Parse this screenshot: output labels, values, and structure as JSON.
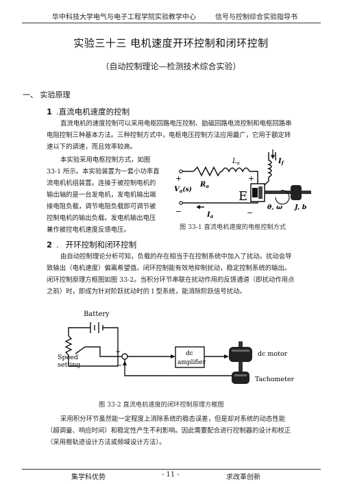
{
  "header": {
    "left": "华中科技大学电气与电子工程学院实验教学中心",
    "right": "信号与控制综合实验指导书"
  },
  "doc": {
    "title": "实验三十三    电机速度开环控制和闭环控制",
    "subtitle": "（自动控制理论—检测技术综合实验）"
  },
  "section1": {
    "label": "一、   实验原理"
  },
  "sub1": {
    "num": "1",
    "title": "直流电机速度的控制",
    "para1": [
      "直流电机的速度控制可以采用电枢回路电压控制、励磁回路电流控制和电枢回路串",
      "电阻控制三种基本方法。三种控制方式中，电枢电压控制方法应用最广，它用于额定转",
      "速以下的调速，而且效率较高。"
    ],
    "para2": [
      "本实验采用电枢控制方式，如图",
      "33-1 所示。本实验装置为一套小功率直",
      "流电机机组装置。连接于被控制电机的",
      "输出轴的是一台发电机，发电机输出端",
      "接电阻负载，调节电阻负载即可调节被",
      "控制电机的输出负载。发电机输出电压",
      "兼作被控电机速度反馈电压。"
    ]
  },
  "fig1": {
    "caption": "图  33-1  直流电机速度的电枢控制方式",
    "labels": {
      "La": "L",
      "La_sub": "a",
      "Ra": "R",
      "Ra_sub": "a",
      "Va": "V",
      "Va_sub": "a",
      "Va_arg": "(s)",
      "Ia": "I",
      "Ia_sub": "a",
      "If": "I",
      "If_sub": "f",
      "E": "E",
      "theta_omega": "θ, ω",
      "Jb": "J, b",
      "plus": "+",
      "minus": "−"
    }
  },
  "sub2": {
    "num": "2",
    "title": "开环控制和闭环控制",
    "para": [
      "由自动控制理论分析可知，负载的存在相当于在控制系统中加入了扰动。扰动会导",
      "致输出（电机速度）偏离希望值。闭环控制能有效地抑制扰动，稳定控制系统的输出。",
      "闭环控制原理方框图如图 33-2。当积分环节串联在扰动作用的反馈通道（即扰动作用点",
      "之前）时，即成为针对阶跃扰动时的  I  型系统，能消除阶跃信号扰动。"
    ]
  },
  "fig2": {
    "battery": "Battery",
    "speed1": "Speed",
    "speed2": "setting",
    "amp1": "dc",
    "amp2": "amplifier",
    "motor": "dc motor",
    "tach": "Tachometer",
    "plus": "+",
    "minus": "−",
    "caption": "图 33-2  直流电机速度的闭环控制原理方框图"
  },
  "para3": [
    "采用积分环节虽然能一定程度上消除系统的稳态误差，但是却对系统的动态性能",
    "（超调量、响应时间）和稳定性产生不利影响。因此需要配合进行控制器的设计和校正",
    "（采用根轨迹设计方法或频域设计方法）。"
  ],
  "footer": {
    "left": "集学科优势",
    "center": "- 11 -",
    "right": "求改革创新"
  }
}
